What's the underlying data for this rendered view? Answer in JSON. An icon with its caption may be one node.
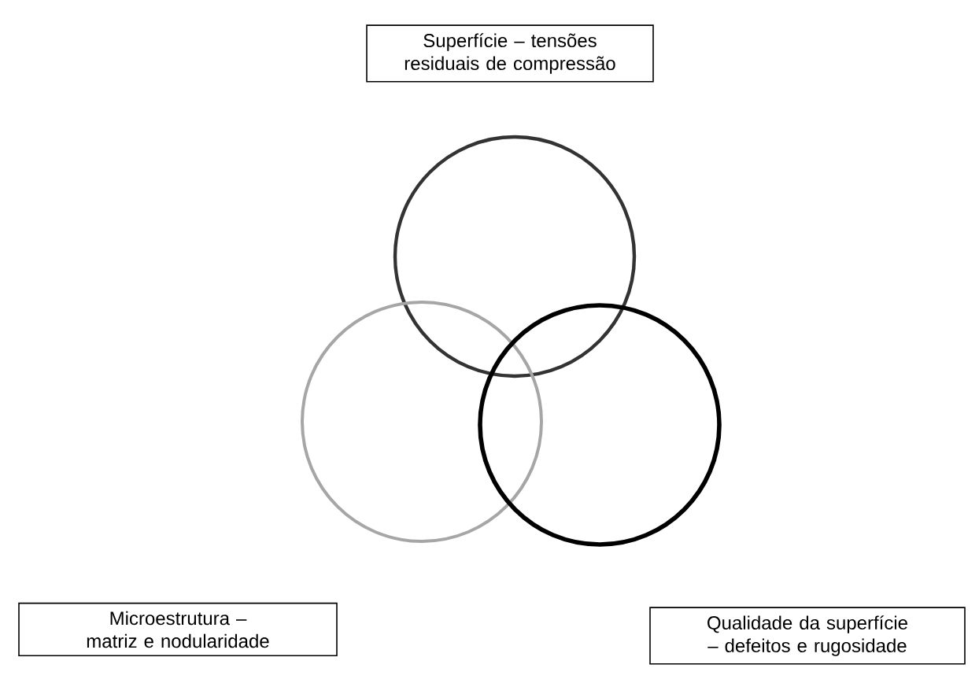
{
  "diagram": {
    "nodes": [
      {
        "text": [
          "Superfície – tensões residuais de compressão"
        ]
      },
      {
        "text": [],
        "shape": "circle"
      },
      {
        "text": [],
        "shape": "circle"
      },
      {
        "text": [],
        "shape": "circle"
      },
      {
        "text": [
          "Microestrutura – matriz e nodularidade"
        ]
      },
      {
        "text": [
          "Qualidade da superfície – defeitos e rugosidade"
        ]
      }
    ]
  }
}
